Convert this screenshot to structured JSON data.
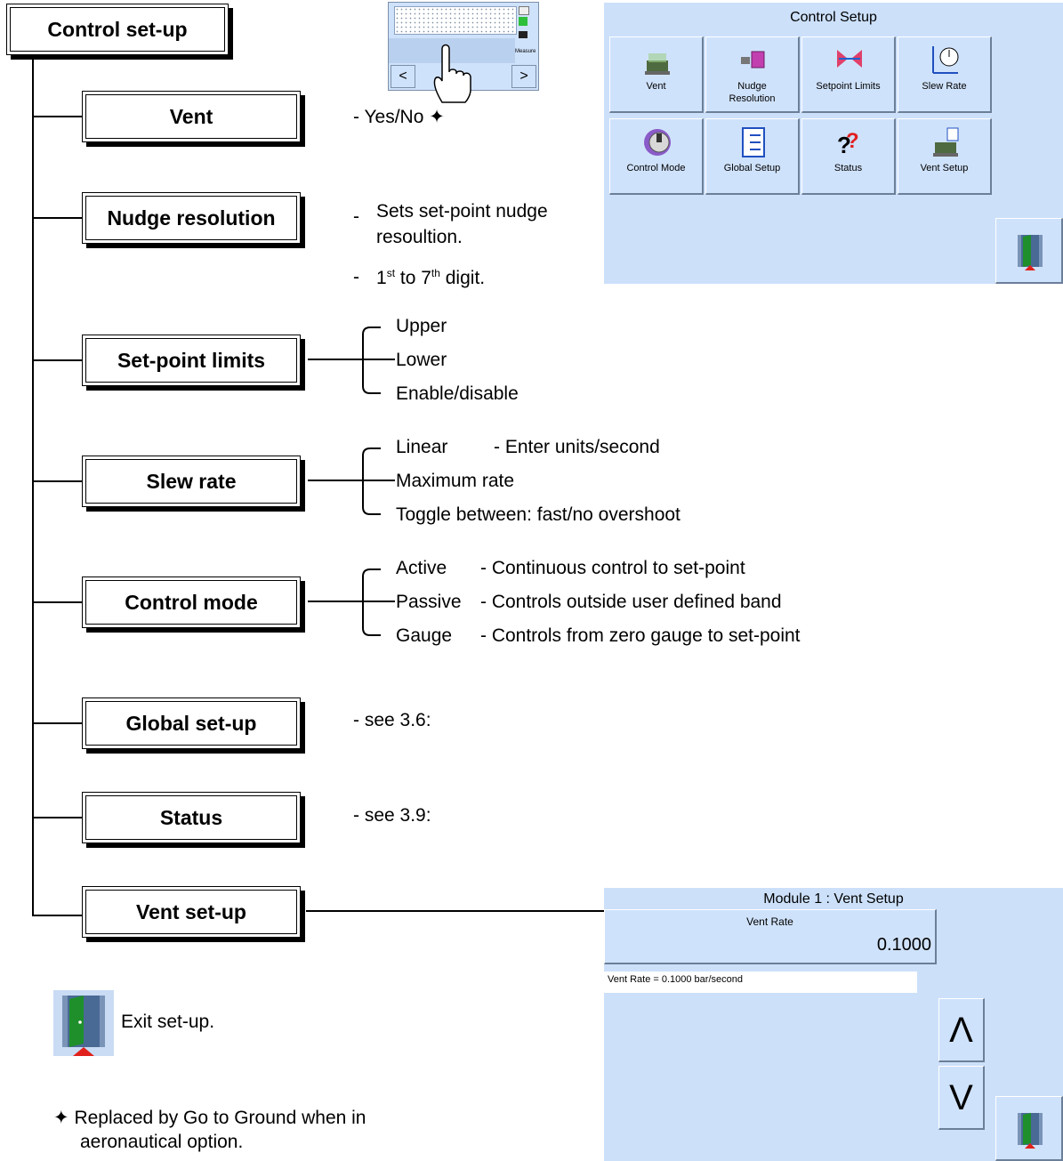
{
  "root": {
    "label": "Control set-up"
  },
  "menu": [
    {
      "label": "Vent"
    },
    {
      "label": "Nudge resolution"
    },
    {
      "label": "Set-point limits"
    },
    {
      "label": "Slew rate"
    },
    {
      "label": "Control mode"
    },
    {
      "label": "Global set-up"
    },
    {
      "label": "Status"
    },
    {
      "label": "Vent set-up"
    }
  ],
  "notes": {
    "vent": "- Yes/No",
    "vent_symbol": "✦",
    "nudge_dash1": "-",
    "nudge_line1": "Sets set-point nudge",
    "nudge_line2": "resoultion.",
    "nudge_dash2": "-",
    "nudge_digit_pre": "1",
    "nudge_digit_sup1": "st",
    "nudge_digit_mid": " to 7",
    "nudge_digit_sup2": "th",
    "nudge_digit_post": " digit.",
    "global": "- see 3.6:",
    "status": "- see 3.9:"
  },
  "setpoint_limits": [
    "Upper",
    "Lower",
    "Enable/disable"
  ],
  "slew_rate": [
    {
      "name": "Linear",
      "desc": "- Enter units/second"
    },
    {
      "name": "Maximum rate",
      "desc": ""
    },
    {
      "name": "Toggle between: fast/no overshoot",
      "desc": ""
    }
  ],
  "control_mode": [
    {
      "name": "Active",
      "desc": "- Continuous control to set-point"
    },
    {
      "name": "Passive",
      "desc": "- Controls outside user defined band"
    },
    {
      "name": "Gauge",
      "desc": "- Controls from zero gauge to set-point"
    }
  ],
  "exit_text": "Exit set-up.",
  "footnote": {
    "symbol": "✦",
    "line1": "Replaced by Go to Ground when in",
    "line2": "aeronautical option."
  },
  "touch_thumb": {
    "measure_label": "Measure",
    "prev": "<",
    "next": ">"
  },
  "control_setup_panel": {
    "title": "Control Setup",
    "tiles": [
      {
        "label": "Vent",
        "icon": "vent-icon"
      },
      {
        "label": "Nudge Resolution",
        "icon": "nudge-icon"
      },
      {
        "label": "Setpoint Limits",
        "icon": "setpoint-limits-icon"
      },
      {
        "label": "Slew Rate",
        "icon": "slew-rate-icon"
      },
      {
        "label": "Control Mode",
        "icon": "control-mode-icon"
      },
      {
        "label": "Global Setup",
        "icon": "global-setup-icon"
      },
      {
        "label": "Status",
        "icon": "status-icon"
      },
      {
        "label": "Vent Setup",
        "icon": "vent-setup-icon"
      }
    ]
  },
  "vent_setup_panel": {
    "title": "Module 1 : Vent Setup",
    "field_label": "Vent Rate",
    "field_value": "0.1000",
    "status_text": "Vent Rate = 0.1000 bar/second",
    "up_symbol": "Λ",
    "down_symbol": "V"
  },
  "colors": {
    "panel_bg": "#cce0fa",
    "door_green": "#1e8f2a",
    "arrow_red": "#e0201c"
  }
}
